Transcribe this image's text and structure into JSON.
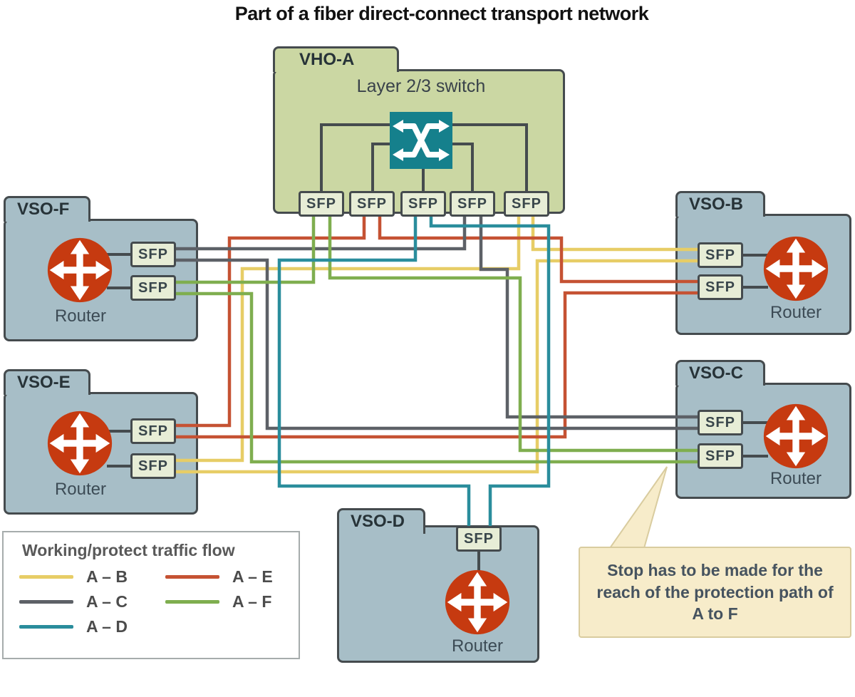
{
  "title": "Part of a fiber direct-connect transport network",
  "colors": {
    "vho_fill": "#cbd7a3",
    "vso_fill": "#a7bec7",
    "sfp_fill": "#e7edd6",
    "box_border": "#454b4e",
    "router_red": "#c63a10",
    "switch_teal": "#15808c",
    "callout_bg": "#f7ecca",
    "flow_ab": "#e7cd66",
    "flow_ac": "#5d6167",
    "flow_ad": "#2a8d9c",
    "flow_ae": "#c55233",
    "flow_af": "#7fae4f"
  },
  "nodes": {
    "vho_a": {
      "label": "VHO-A",
      "sublabel": "Layer 2/3 switch",
      "sfp_labels": [
        "SFP",
        "SFP",
        "SFP",
        "SFP",
        "SFP"
      ]
    },
    "vso_f": {
      "label": "VSO-F",
      "router_label": "Router",
      "sfp_labels": [
        "SFP",
        "SFP"
      ]
    },
    "vso_e": {
      "label": "VSO-E",
      "router_label": "Router",
      "sfp_labels": [
        "SFP",
        "SFP"
      ]
    },
    "vso_b": {
      "label": "VSO-B",
      "router_label": "Router",
      "sfp_labels": [
        "SFP",
        "SFP"
      ]
    },
    "vso_c": {
      "label": "VSO-C",
      "router_label": "Router",
      "sfp_labels": [
        "SFP",
        "SFP"
      ]
    },
    "vso_d": {
      "label": "VSO-D",
      "router_label": "Router",
      "sfp_labels": [
        "SFP"
      ]
    }
  },
  "legend": {
    "title": "Working/protect traffic flow",
    "items": [
      {
        "key": "ab",
        "label": "A – B",
        "color": "#e7cd66"
      },
      {
        "key": "ac",
        "label": "A – C",
        "color": "#5d6167"
      },
      {
        "key": "ad",
        "label": "A – D",
        "color": "#2a8d9c"
      },
      {
        "key": "ae",
        "label": "A – E",
        "color": "#c55233"
      },
      {
        "key": "af",
        "label": "A – F",
        "color": "#7fae4f"
      }
    ]
  },
  "callout": {
    "text": "Stop has to be made for the reach of the protection path of A to F"
  }
}
